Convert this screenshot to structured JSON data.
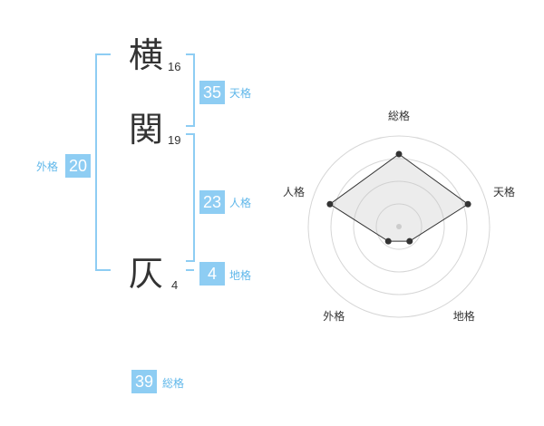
{
  "colors": {
    "accent": "#8ecdf3",
    "accent_text": "#5fb7ea",
    "text": "#333333"
  },
  "name": {
    "chars": [
      {
        "kanji": "横",
        "strokes": "16"
      },
      {
        "kanji": "関",
        "strokes": "19"
      },
      {
        "kanji": "仄",
        "strokes": "4"
      }
    ]
  },
  "kakusu": {
    "tenkaku": {
      "value": "35",
      "label": "天格"
    },
    "jinkaku": {
      "value": "23",
      "label": "人格"
    },
    "chikaku": {
      "value": "4",
      "label": "地格"
    },
    "gaikaku": {
      "value": "20",
      "label": "外格"
    },
    "soukaku": {
      "value": "39",
      "label": "総格"
    }
  },
  "chart_data": {
    "type": "radar",
    "axes": [
      "総格",
      "天格",
      "地格",
      "外格",
      "人格"
    ],
    "max": 5,
    "rings": 4,
    "values": [
      4,
      4,
      1,
      1,
      4
    ]
  }
}
